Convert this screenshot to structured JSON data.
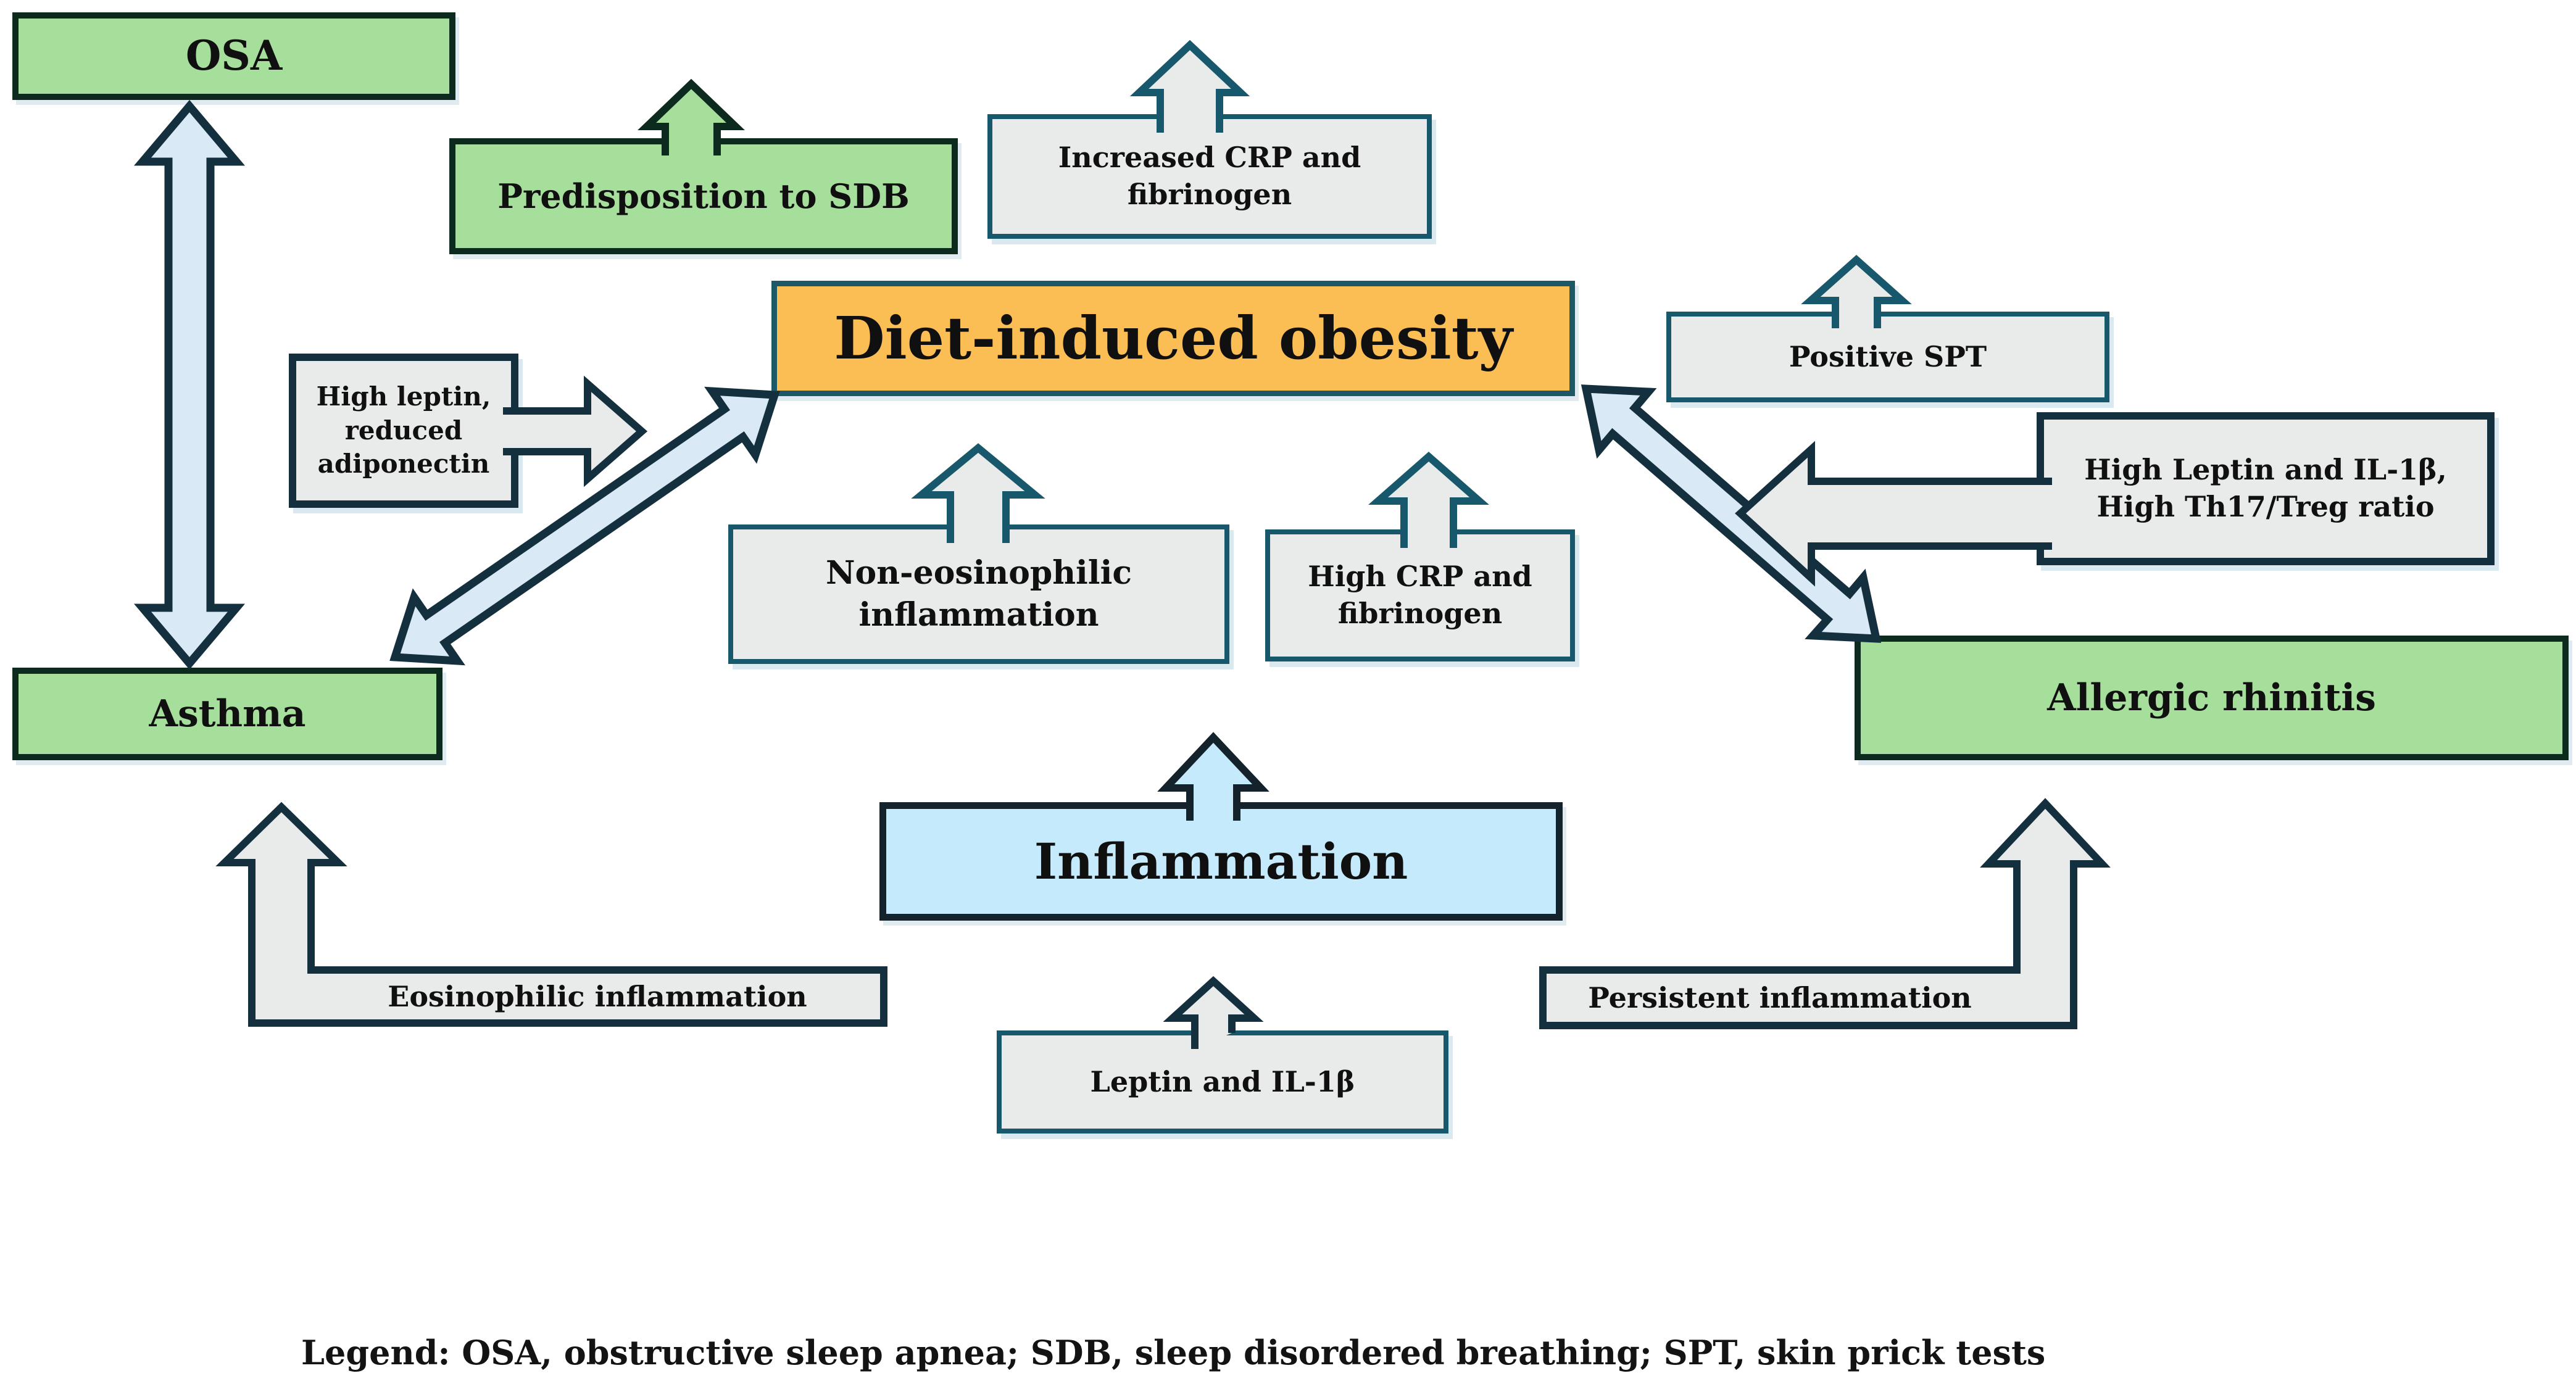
{
  "figure": {
    "title": "Diet-induced obesity and airway disease diagram",
    "nodes": {
      "osa": {
        "label": "OSA"
      },
      "predisposition_sdb": {
        "label": "Predisposition to SDB"
      },
      "increased_crp": {
        "line1": "Increased CRP and",
        "line2": "fibrinogen"
      },
      "diet_induced_obesity": {
        "label": "Diet-induced obesity"
      },
      "positive_spt": {
        "label": "Positive SPT"
      },
      "high_leptin_il1b": {
        "line1": "High Leptin and IL-1β,",
        "line2": "High Th17/Treg ratio"
      },
      "high_leptin_reduced_adiponectin": {
        "line1": "High leptin,",
        "line2": "reduced",
        "line3": "adiponectin"
      },
      "non_eosinophilic_inflammation": {
        "line1": "Non-eosinophilic",
        "line2": "inflammation"
      },
      "high_crp_fibrinogen": {
        "line1": "High CRP and",
        "line2": "fibrinogen"
      },
      "asthma": {
        "label": "Asthma"
      },
      "allergic_rhinitis": {
        "label": "Allergic rhinitis"
      },
      "inflammation": {
        "label": "Inflammation"
      },
      "leptin_il1b": {
        "label": "Leptin and IL-1β"
      },
      "eosinophilic_inflammation": {
        "label": "Eosinophilic inflammation"
      },
      "persistent_inflammation": {
        "label": "Persistent inflammation"
      }
    },
    "legend": {
      "text": "Legend: OSA, obstructive sleep apnea; SDB, sleep disordered breathing; SPT, skin prick tests"
    },
    "colors": {
      "green_fill": "#a6de9c",
      "green_border": "#0d2a1e",
      "orange_fill": "#fbbe55",
      "gray_fill": "#e9ebea",
      "light_blue_fill": "#c5eafb",
      "arrow_blue_fill": "#d9e9f6",
      "teal_border": "#17586c",
      "navy_border": "#14303e"
    }
  }
}
